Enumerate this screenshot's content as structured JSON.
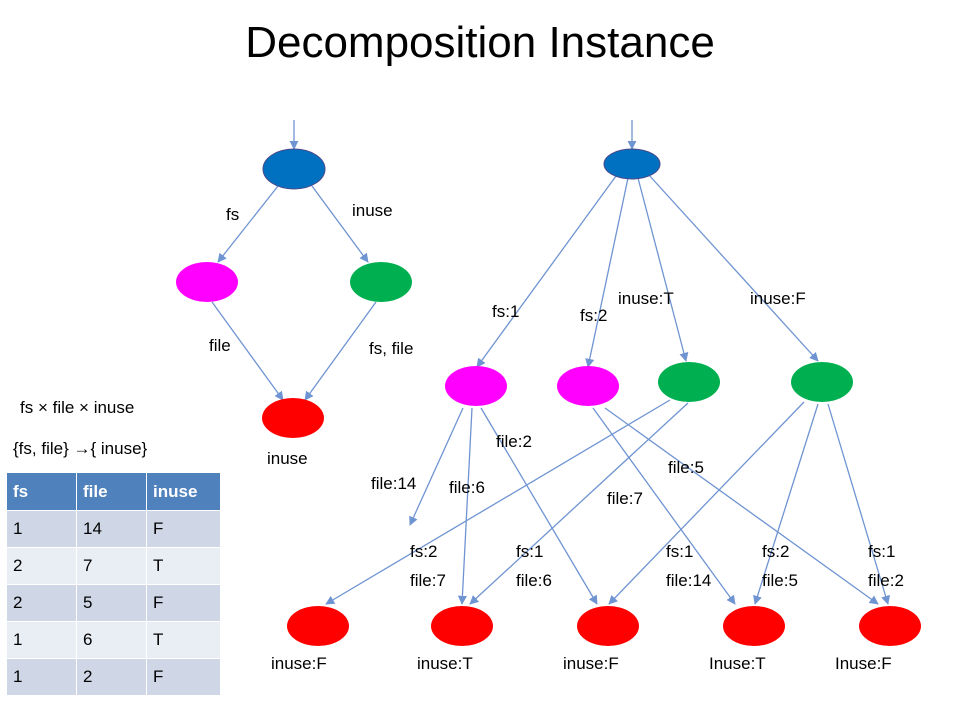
{
  "title": "Decomposition Instance",
  "colors": {
    "root": "#0070c0",
    "magenta": "#ff00ff",
    "green": "#00b050",
    "red": "#ff0000",
    "edge": "#6f94d2",
    "table_header": "#4f81bd"
  },
  "left_diagram": {
    "edge_fs": "fs",
    "edge_inuse": "inuse",
    "edge_file": "file",
    "edge_fs_file": "fs, file",
    "bottom_label": "inuse"
  },
  "formula_product": "fs × file × inuse",
  "formula_dependency": "{fs, file} →{ inuse}",
  "table": {
    "headers": [
      "fs",
      "file",
      "inuse"
    ],
    "rows": [
      [
        "1",
        "14",
        "F"
      ],
      [
        "2",
        "7",
        "T"
      ],
      [
        "2",
        "5",
        "F"
      ],
      [
        "1",
        "6",
        "T"
      ],
      [
        "1",
        "2",
        "F"
      ]
    ]
  },
  "right_diagram": {
    "edge_fs1": "fs:1",
    "edge_fs2": "fs:2",
    "edge_inuseT": "inuse:T",
    "edge_inuseF": "inuse:F",
    "edge_file14": "file:14",
    "edge_file6": "file:6",
    "edge_file2": "file:2",
    "edge_file7": "file:7",
    "edge_file5": "file:5",
    "mid_labels": [
      [
        "fs:2",
        "file:7"
      ],
      [
        "fs:1",
        "file:6"
      ],
      [
        "fs:1",
        "file:14"
      ],
      [
        "fs:2",
        "file:5"
      ],
      [
        "fs:1",
        "file:2"
      ]
    ],
    "leaf_labels": [
      "inuse:F",
      "inuse:T",
      "inuse:F",
      "Inuse:T",
      "Inuse:F"
    ]
  }
}
